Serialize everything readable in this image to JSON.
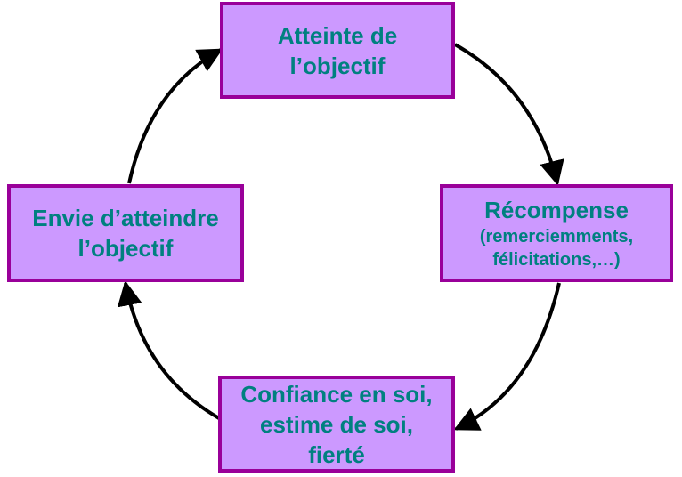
{
  "colors": {
    "box_fill": "#cc99ff",
    "box_border": "#990099",
    "text": "#008080",
    "arrow": "#000000"
  },
  "nodes": {
    "top": {
      "line1": "Atteinte de",
      "line2": "l’objectif"
    },
    "right": {
      "title": "Récompense",
      "sub1": "(remerciemments,",
      "sub2": "félicitations,…)"
    },
    "bottom": {
      "line1": "Confiance en soi,",
      "line2": "estime de soi,",
      "line3": "fierté"
    },
    "left": {
      "line1": "Envie d’atteindre",
      "line2": "l’objectif"
    }
  }
}
